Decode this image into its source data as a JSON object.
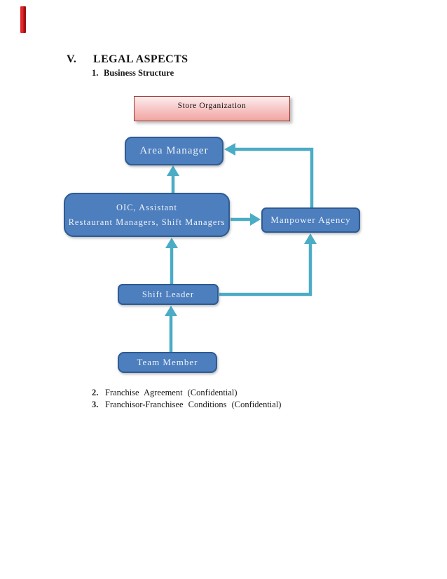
{
  "document": {
    "section_number": "V.",
    "section_title": "LEGAL ASPECTS",
    "items": [
      {
        "number": "1.",
        "label": "Business Structure"
      },
      {
        "number": "2.",
        "label": "Franchise Agreement (Confidential)"
      },
      {
        "number": "3.",
        "label": "Franchisor-Franchisee Conditions (Confidential)"
      }
    ]
  },
  "org_chart": {
    "title": "Store Organization",
    "nodes": {
      "area_manager": {
        "label": "Area Manager"
      },
      "oic": {
        "line1": "OIC, Assistant",
        "line2": "Restaurant Managers, Shift Managers"
      },
      "manpower_agency": {
        "label": "Manpower Agency"
      },
      "shift_leader": {
        "label": "Shift Leader"
      },
      "team_member": {
        "label": "Team Member"
      }
    },
    "colors": {
      "node_fill": "#4d7ebd",
      "node_border": "#2e5b93",
      "node_text": "#eef3fa",
      "connector_teal": "#4bacc6",
      "title_box_top": "#fdeeee",
      "title_box_bottom": "#f2a5a1",
      "title_box_border": "#9e3a38",
      "page_marker_red": "#d01f26"
    }
  }
}
